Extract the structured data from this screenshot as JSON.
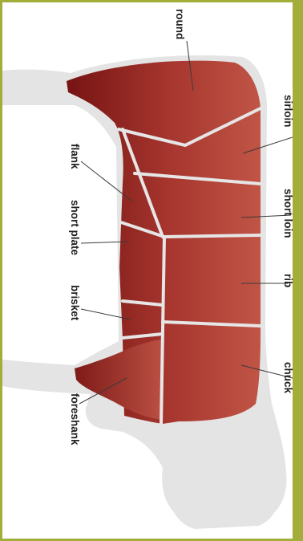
{
  "diagram": {
    "colors": {
      "frame": "#a2ad3a",
      "silhouette": "#e4e4e4",
      "meat_light": "#b84a3d",
      "meat_dark": "#7a1716",
      "seam": "#e6e6e6",
      "label": "#231f20"
    },
    "labels": {
      "round": "round",
      "sirloin": "sirloin",
      "short_loin": "short loin",
      "rib": "rib",
      "chuck": "chuck",
      "flank": "flank",
      "short_plate": "short plate",
      "brisket": "brisket",
      "foreshank": "foreshank"
    }
  }
}
